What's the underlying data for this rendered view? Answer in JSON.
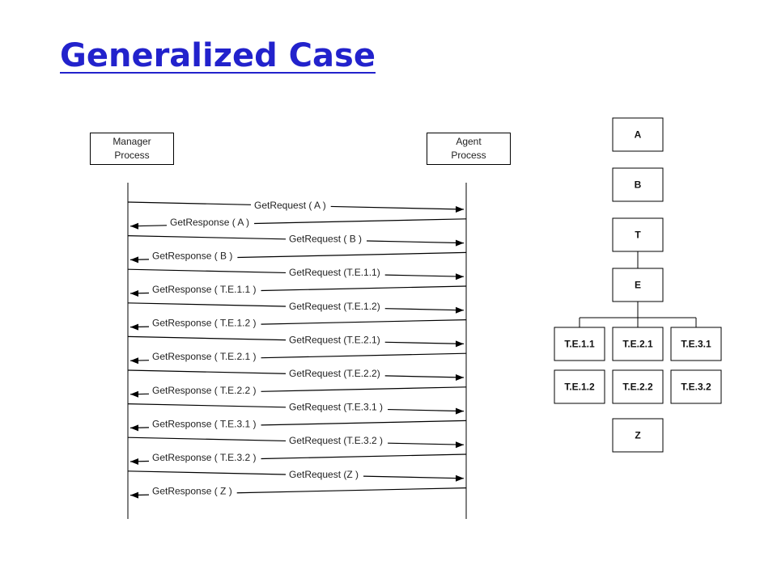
{
  "title": "Generalized Case",
  "sequence": {
    "manager_label": "Manager\nProcess",
    "agent_label": "Agent\nProcess",
    "messages": [
      {
        "label": "GetRequest ( A )",
        "dir": "right"
      },
      {
        "label": "GetResponse ( A )",
        "dir": "left"
      },
      {
        "label": "GetRequest ( B )",
        "dir": "right"
      },
      {
        "label": "GetResponse ( B )",
        "dir": "left"
      },
      {
        "label": "GetRequest (T.E.1.1)",
        "dir": "right"
      },
      {
        "label": "GetResponse ( T.E.1.1 )",
        "dir": "left"
      },
      {
        "label": "GetRequest (T.E.1.2)",
        "dir": "right"
      },
      {
        "label": "GetResponse ( T.E.1.2 )",
        "dir": "left"
      },
      {
        "label": "GetRequest (T.E.2.1)",
        "dir": "right"
      },
      {
        "label": "GetResponse ( T.E.2.1 )",
        "dir": "left"
      },
      {
        "label": "GetRequest (T.E.2.2)",
        "dir": "right"
      },
      {
        "label": "GetResponse ( T.E.2.2 )",
        "dir": "left"
      },
      {
        "label": "GetRequest (T.E.3.1 )",
        "dir": "right"
      },
      {
        "label": "GetResponse ( T.E.3.1 )",
        "dir": "left"
      },
      {
        "label": "GetRequest (T.E.3.2 )",
        "dir": "right"
      },
      {
        "label": "GetResponse ( T.E.3.2 )",
        "dir": "left"
      },
      {
        "label": "GetRequest (Z )",
        "dir": "right"
      },
      {
        "label": "GetResponse ( Z )",
        "dir": "left"
      }
    ]
  },
  "tree": {
    "nodes": [
      {
        "id": "A",
        "label": "A"
      },
      {
        "id": "B",
        "label": "B"
      },
      {
        "id": "T",
        "label": "T"
      },
      {
        "id": "E",
        "label": "E"
      },
      {
        "id": "te11",
        "label": "T.E.1.1"
      },
      {
        "id": "te21",
        "label": "T.E.2.1"
      },
      {
        "id": "te31",
        "label": "T.E.3.1"
      },
      {
        "id": "te12",
        "label": "T.E.1.2"
      },
      {
        "id": "te22",
        "label": "T.E.2.2"
      },
      {
        "id": "te32",
        "label": "T.E.3.2"
      },
      {
        "id": "Z",
        "label": "Z"
      }
    ]
  }
}
